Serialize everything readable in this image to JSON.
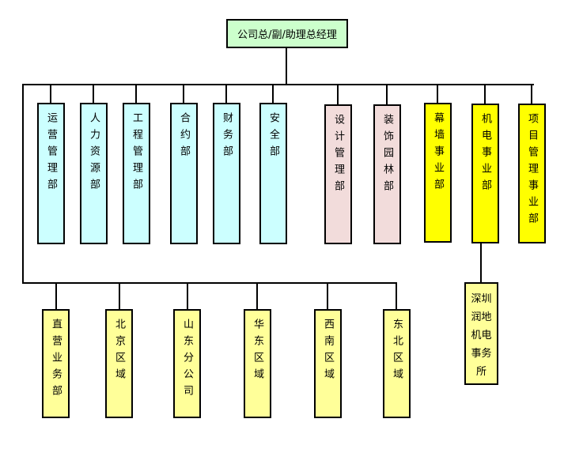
{
  "root": {
    "label": "公司总/副/助理总经理"
  },
  "departments": [
    {
      "label": "运营管理部",
      "color": "#ccffff"
    },
    {
      "label": "人力资源部",
      "color": "#ccffff"
    },
    {
      "label": "工程管理部",
      "color": "#ccffff"
    },
    {
      "label": "合约部",
      "color": "#ccffff"
    },
    {
      "label": "财务部",
      "color": "#ccffff"
    },
    {
      "label": "安全部",
      "color": "#ccffff"
    },
    {
      "label": "设计管理部",
      "color": "#f2dcdb"
    },
    {
      "label": "装饰园林部",
      "color": "#f2dcdb"
    },
    {
      "label": "幕墙事业部",
      "color": "#ffff00"
    },
    {
      "label": "机电事业部",
      "color": "#ffff00"
    },
    {
      "label": "项目管理事业部",
      "color": "#ffff00"
    }
  ],
  "subsidiary": {
    "lines": [
      "深圳",
      "润地",
      "机电",
      "事务",
      "所"
    ],
    "color": "#ffff99"
  },
  "regions": [
    {
      "label": "直营业务部",
      "color": "#ffff99"
    },
    {
      "label": "北京区域",
      "color": "#ffff99"
    },
    {
      "label": "山东分公司",
      "color": "#ffff99"
    },
    {
      "label": "华东区域",
      "color": "#ffff99"
    },
    {
      "label": "西南区域",
      "color": "#ffff99"
    },
    {
      "label": "东北区域",
      "color": "#ffff99"
    }
  ]
}
